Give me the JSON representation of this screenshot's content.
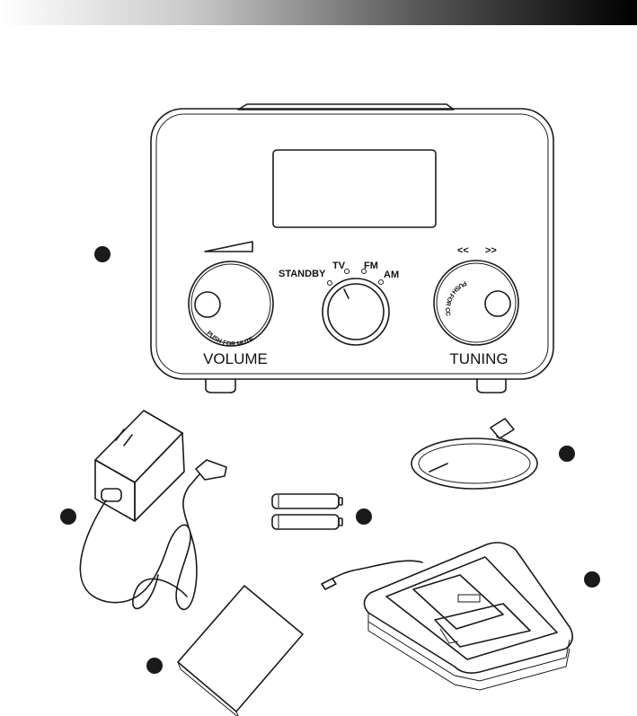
{
  "radio": {
    "labels": {
      "volume": "VOLUME",
      "tuning": "TUNING",
      "standby": "STANDBY",
      "tv": "TV",
      "fm": "FM",
      "am": "AM",
      "push_for_mute": "PUSH FOR MUTE",
      "push_for_cc": "PUSH FOR CC",
      "tune_down": "<<",
      "tune_up": ">>"
    }
  },
  "colors": {
    "marker": "#1a1a1a",
    "line": "#1a1a1a"
  }
}
